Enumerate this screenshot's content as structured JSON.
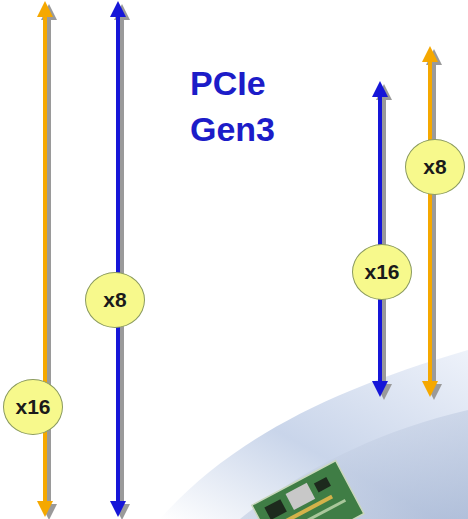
{
  "diagram": {
    "nodes": [
      {
        "text": [
          "x16"
        ]
      },
      {
        "text": [
          "x8"
        ]
      },
      {
        "text": [
          "x16"
        ]
      },
      {
        "text": [
          "x8"
        ]
      }
    ],
    "labels": [
      "PCIe Gen3"
    ]
  }
}
